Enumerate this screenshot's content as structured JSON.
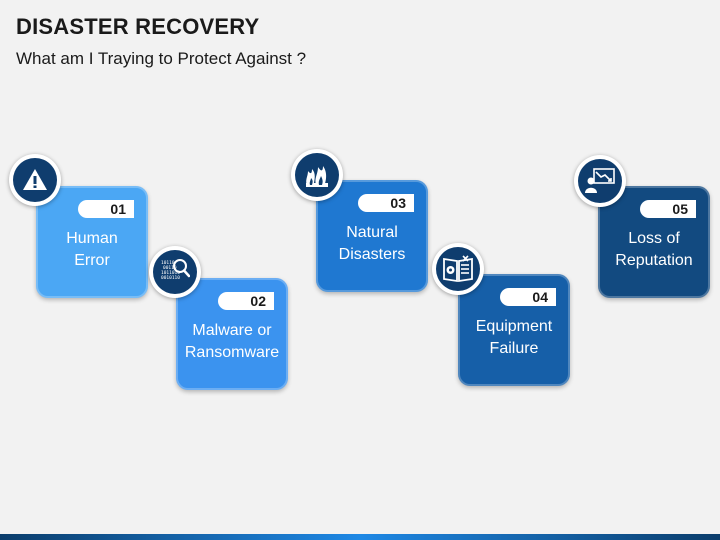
{
  "header": {
    "title": "DISASTER RECOVERY",
    "subtitle": "What am I Traying to Protect Against ?"
  },
  "cards": [
    {
      "number": "01",
      "line1": "Human",
      "line2": "Error",
      "icon": "warning-icon",
      "color": "#4ba7f4"
    },
    {
      "number": "02",
      "line1": "Malware or",
      "line2": "Ransomware",
      "icon": "binary-search-icon",
      "color": "#3b93ef"
    },
    {
      "number": "03",
      "line1": "Natural",
      "line2": "Disasters",
      "icon": "fire-icon",
      "color": "#1f78d1"
    },
    {
      "number": "04",
      "line1": "Equipment",
      "line2": "Failure",
      "icon": "equipment-manual-icon",
      "color": "#165fa8"
    },
    {
      "number": "05",
      "line1": "Loss of",
      "line2": "Reputation",
      "icon": "declining-chart-user-icon",
      "color": "#124a80"
    }
  ],
  "icon_badge_color": "#0f3d6e",
  "icon_text": "10110\n 00110\n10110100\n00101101"
}
